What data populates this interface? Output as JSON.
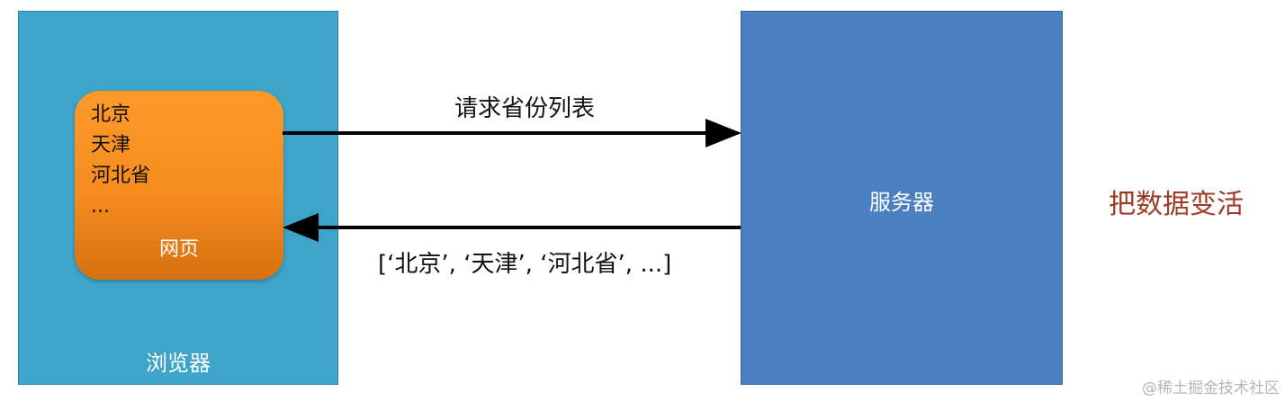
{
  "browser": {
    "label": "浏览器",
    "webpage": {
      "items": [
        "北京",
        "天津",
        "河北省",
        "..."
      ],
      "label": "网页"
    }
  },
  "server": {
    "label": "服务器"
  },
  "request": {
    "label": "请求省份列表"
  },
  "response": {
    "label": "[‘北京’, ‘天津’, ‘河北省’, ...]"
  },
  "side_title": "把数据变活",
  "watermark": "@稀土掘金技术社区",
  "colors": {
    "browser_fill": "#3fa4ca",
    "webpage_fill": "#f48c1e",
    "server_fill": "#4a7fc1",
    "side_title": "#9e3a26",
    "arrow": "#000000"
  }
}
